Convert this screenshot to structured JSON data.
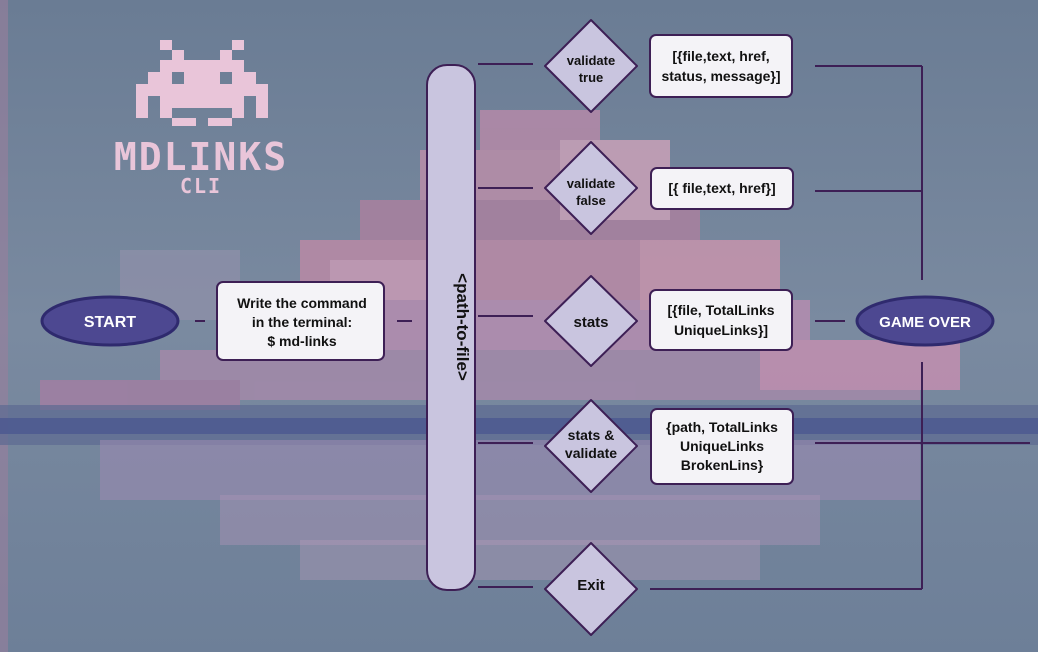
{
  "logo": {
    "title": "MDLINKS",
    "subtitle": "CLI",
    "icon": "space-invader-icon"
  },
  "nodes": {
    "start": "START",
    "command": [
      "Write the command",
      "in the terminal:",
      "$ md-links"
    ],
    "path": "<path-to-file>",
    "validate_true": [
      "validate",
      "true"
    ],
    "validate_false": [
      "validate",
      "false"
    ],
    "stats": [
      "stats"
    ],
    "stats_validate": [
      "stats &",
      "validate"
    ],
    "exit": [
      "Exit"
    ],
    "out_validate_true": [
      "[{file,text, href,",
      "status, message}]"
    ],
    "out_validate_false": [
      "[{ file,text, href}]"
    ],
    "out_stats": [
      "[{file, TotalLinks",
      "UniqueLinks}]"
    ],
    "out_stats_validate": [
      "{path, TotalLinks",
      "UniqueLinks",
      "BrokenLins}"
    ],
    "game_over": "GAME OVER"
  },
  "colors": {
    "ellipse": "#4d4891",
    "ellipse_border": "#2f2a6e",
    "diamond": "#c9c5df",
    "pill": "#c9c5df",
    "box": "#f4f3f7",
    "line": "#3d1f55",
    "logo": "#e9c5d9"
  }
}
